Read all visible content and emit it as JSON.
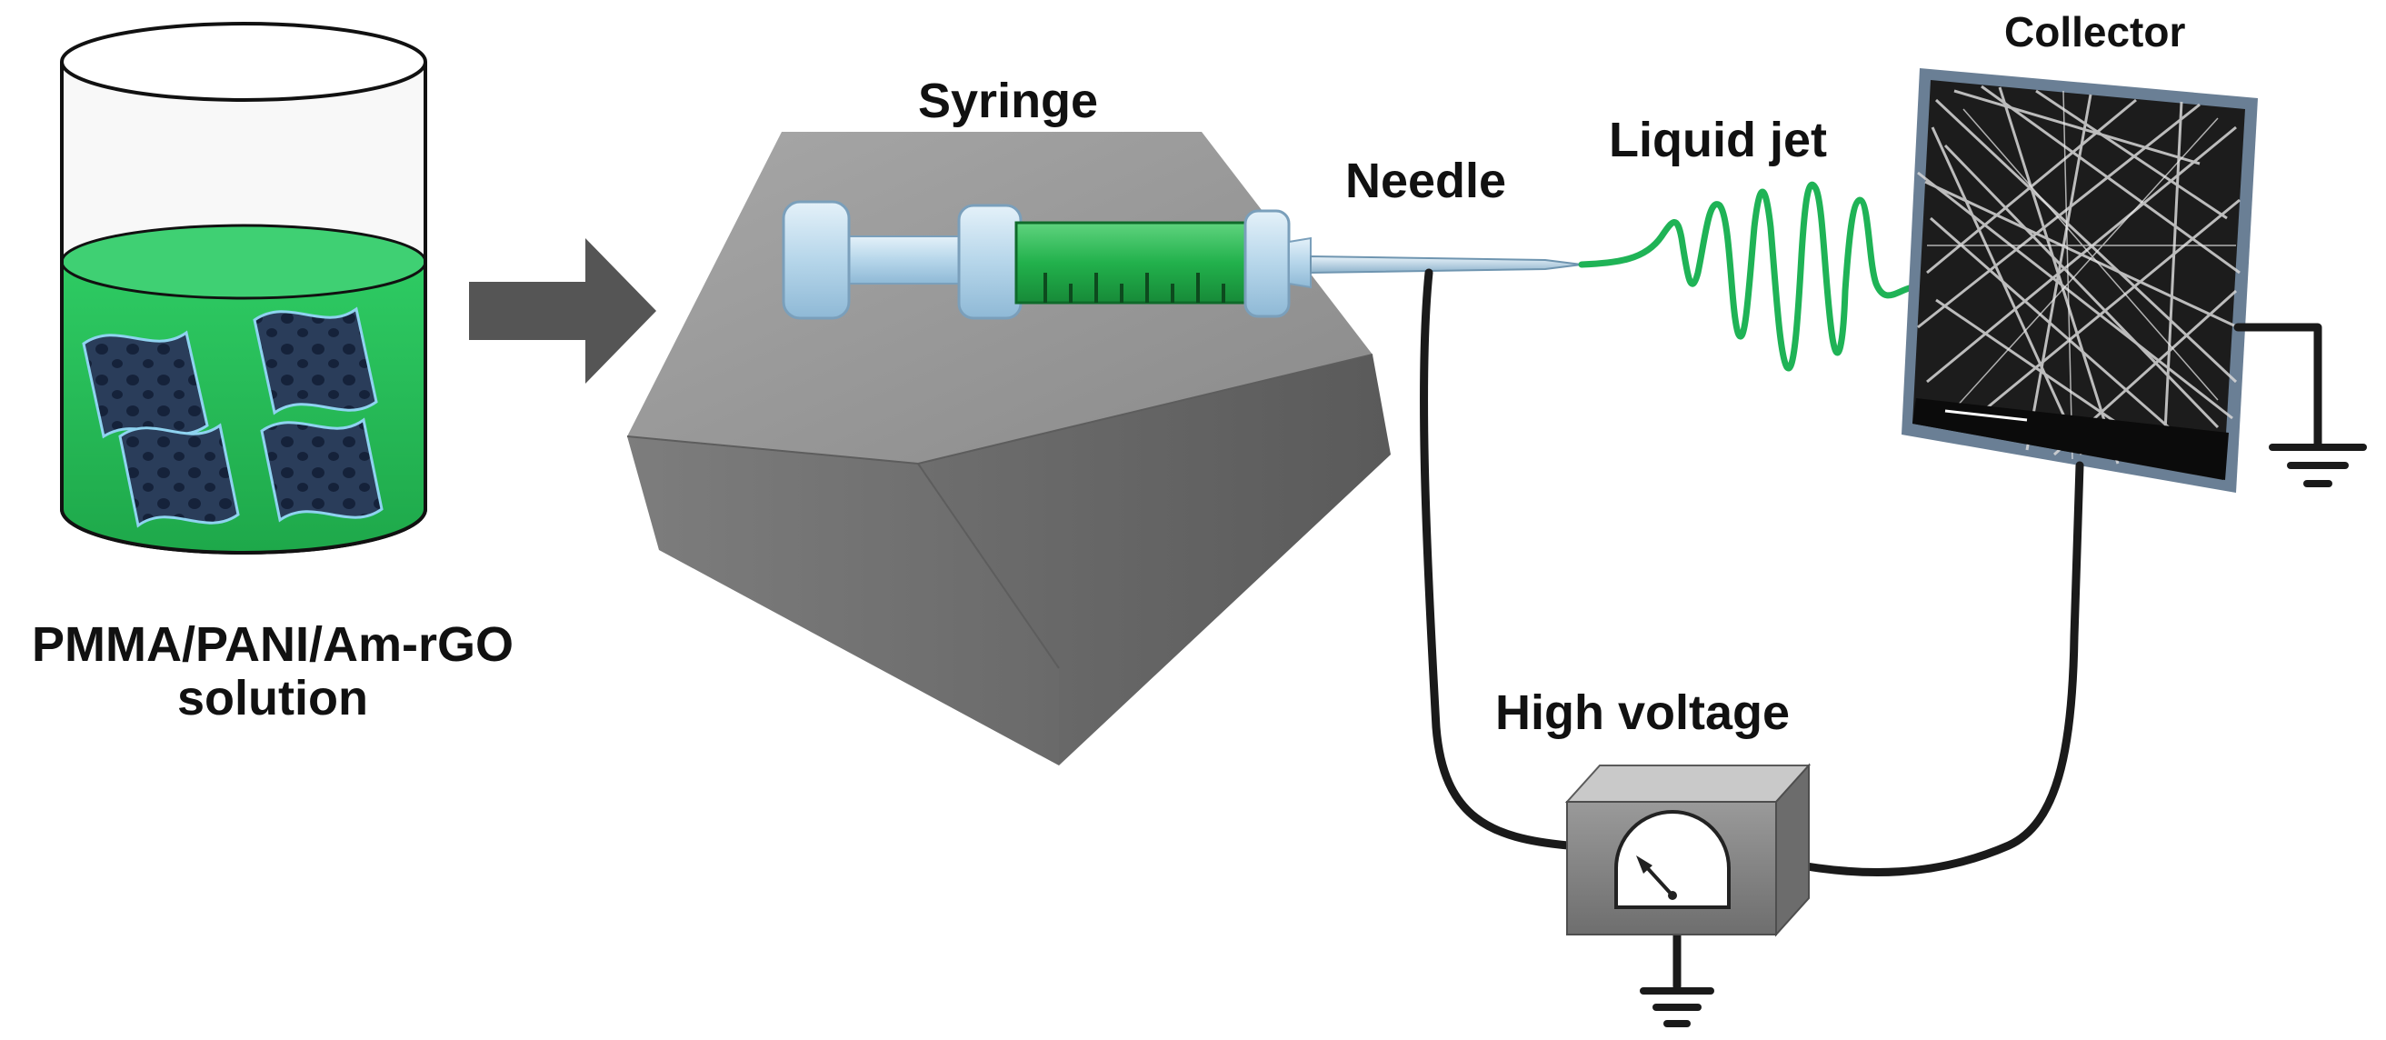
{
  "labels": {
    "syringe": "Syringe",
    "needle": "Needle",
    "liquid_jet": "Liquid jet",
    "collector": "Collector",
    "high_voltage": "High voltage",
    "solution_line1": "PMMA/PANI/Am-rGO",
    "solution_line2": "solution"
  },
  "colors": {
    "solution_green": "#22b14c",
    "jet_green": "#1fb356",
    "block_gray": "#8c8c8c",
    "arrow_gray": "#555555",
    "wire": "#1a1a1a",
    "syringe_blue": "#b9d7ea",
    "collector_frame": "#6a7f95"
  },
  "icons": [
    "beaker",
    "right-arrow",
    "syringe-pump",
    "needle",
    "liquid-jet",
    "fiber-collector",
    "ground-symbol",
    "voltage-meter"
  ]
}
